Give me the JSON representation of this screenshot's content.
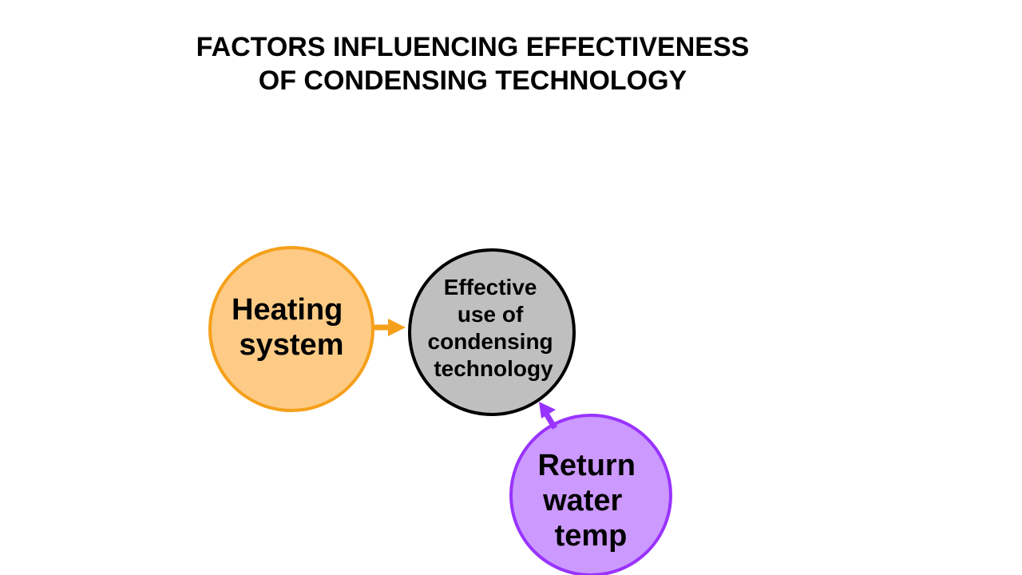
{
  "title": {
    "line1": "FACTORS INFLUENCING EFFECTIVENESS",
    "line2": "OF CONDENSING TECHNOLOGY"
  },
  "colors": {
    "heating_fill": "#FDCB86",
    "heating_stroke": "#F5A01A",
    "center_fill": "#BFBFBF",
    "center_stroke": "#000000",
    "return_fill": "#CC99FF",
    "return_stroke": "#9933FF",
    "heating_arrow": "#F5A01A",
    "return_arrow": "#9933FF"
  },
  "nodes": {
    "heating": {
      "lines": [
        "Heating",
        "system"
      ]
    },
    "center": {
      "lines": [
        "Effective",
        "use of",
        "condensing",
        "technology"
      ]
    },
    "return_temp": {
      "lines": [
        "Return",
        "water",
        "temp"
      ]
    }
  },
  "connections": [
    {
      "from": "heating",
      "to": "center"
    },
    {
      "from": "return_temp",
      "to": "center"
    }
  ]
}
